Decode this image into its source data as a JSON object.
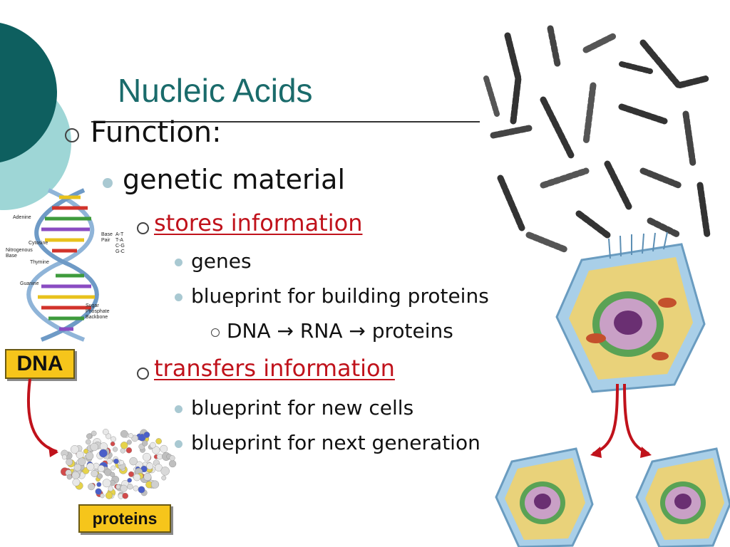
{
  "slide": {
    "title": "Nucleic Acids",
    "bullets": {
      "function": "Function:",
      "genetic_material": "genetic material",
      "stores_information": "stores information",
      "genes": "genes",
      "blueprint_proteins": "blueprint for building proteins",
      "dna_rna_proteins": "DNA → RNA → proteins",
      "transfers_information": "transfers information",
      "blueprint_cells": "blueprint for new cells",
      "blueprint_generation": "blueprint for next generation"
    }
  },
  "dna_diagram": {
    "adenine": "Adenine",
    "cytosine": "Cytosine",
    "nitrogenous_base": "Nitrogenous Base",
    "thymine": "Thymine",
    "guanine": "Guanine",
    "base_pair": "Base Pair",
    "pairs": [
      "A-T",
      "T-A",
      "C-G",
      "G-C"
    ],
    "sugar_phosphate": "Sugar Phosphate Backbone"
  },
  "labels": {
    "dna": "DNA",
    "proteins": "proteins"
  },
  "colors": {
    "title": "#1a6b6b",
    "accent_red": "#c0121b",
    "label_fill": "#f6c51b",
    "teal_dark": "#0e5f5f",
    "teal_light": "#8fcfcf"
  }
}
